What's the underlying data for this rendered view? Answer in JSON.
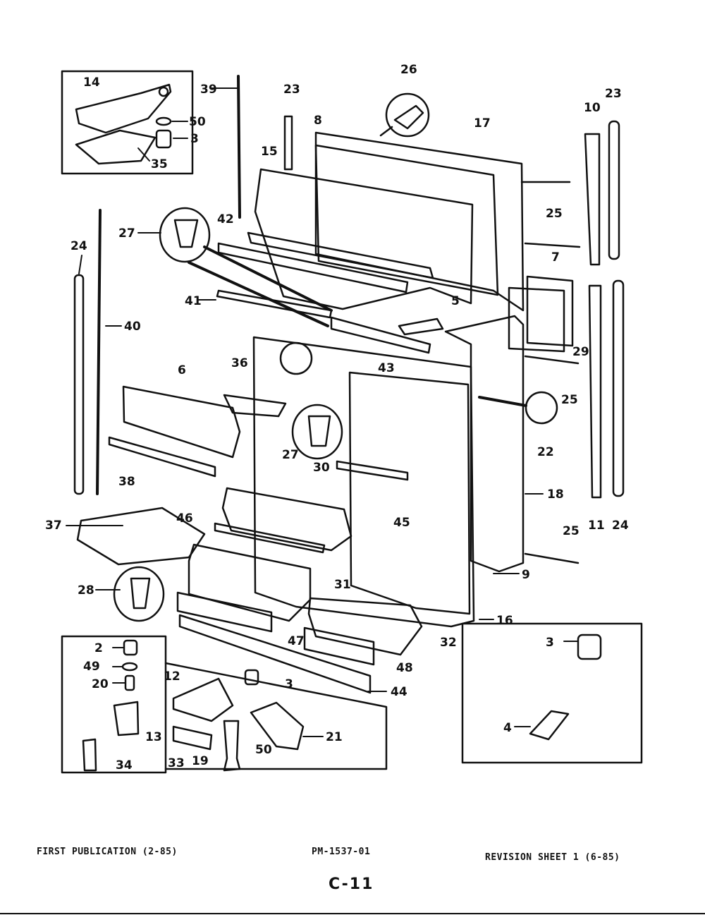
{
  "diagram": {
    "part_labels": [
      "14",
      "50",
      "3",
      "35",
      "39",
      "23",
      "8",
      "26",
      "17",
      "10",
      "23",
      "15",
      "25",
      "27",
      "42",
      "24",
      "7",
      "41",
      "5",
      "40",
      "43",
      "29",
      "36",
      "6",
      "25",
      "22",
      "27",
      "30",
      "38",
      "18",
      "37",
      "46",
      "45",
      "25",
      "11",
      "24",
      "31",
      "28",
      "9",
      "16",
      "47",
      "32",
      "3",
      "48",
      "2",
      "49",
      "12",
      "3",
      "44",
      "20",
      "13",
      "21",
      "4",
      "34",
      "33",
      "19",
      "50"
    ]
  },
  "footer": {
    "left": "FIRST PUBLICATION (2-85)",
    "center": "PM-1537-01",
    "right": "REVISION SHEET 1 (6-85)"
  },
  "page_number": "C-11"
}
